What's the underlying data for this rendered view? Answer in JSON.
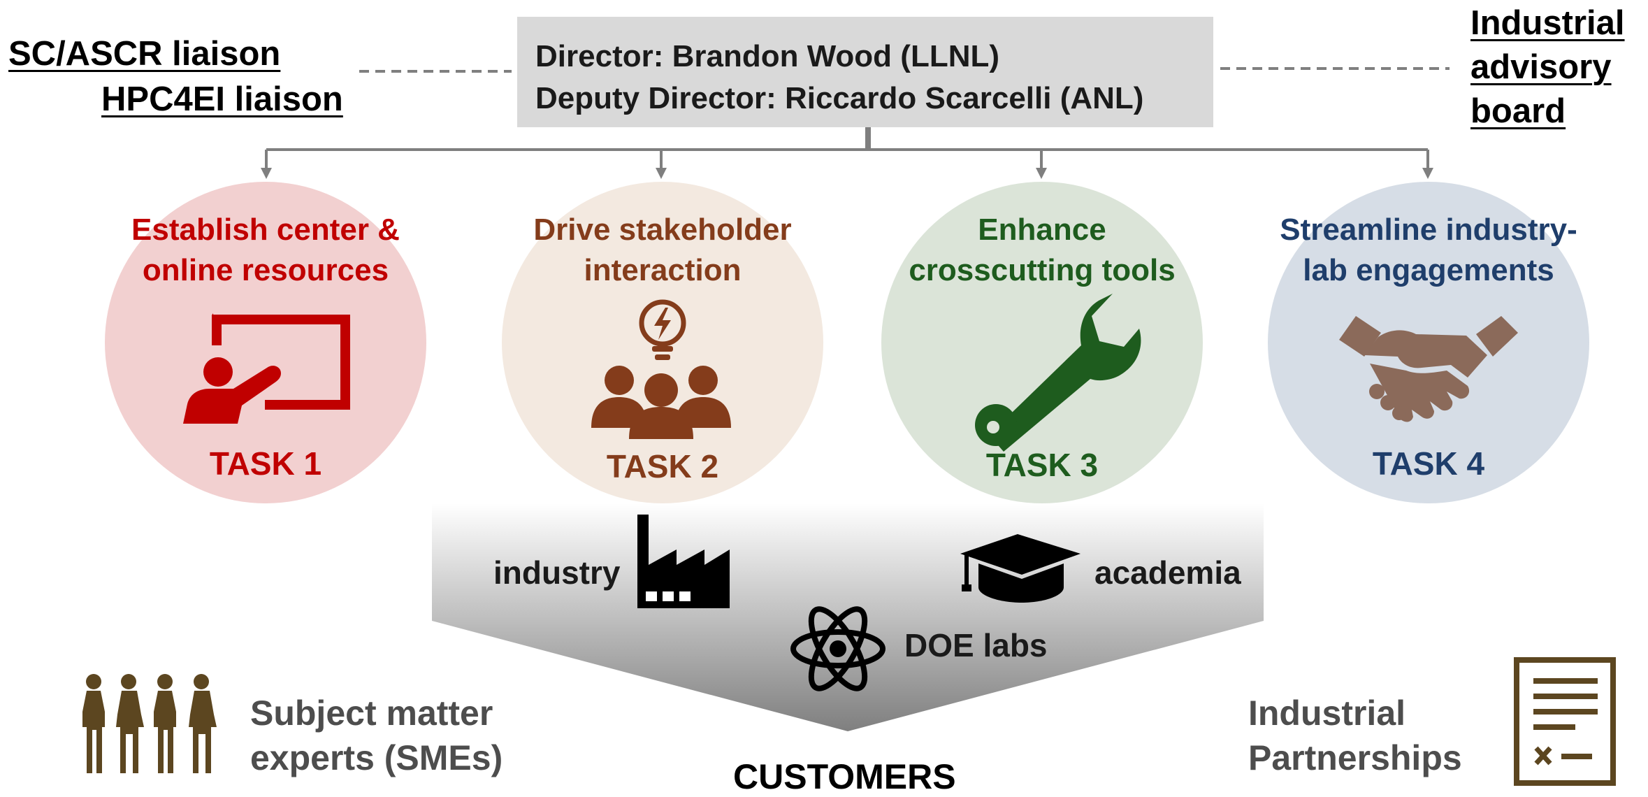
{
  "director": {
    "director_line": "Director: Brandon Wood (LLNL)",
    "deputy_line": "Deputy Director: Riccardo Scarcelli (ANL)"
  },
  "liaisons": {
    "sc_ascr": "SC/ASCR liaison",
    "hpc4ei": "HPC4EI liaison"
  },
  "advisory": {
    "line1": "Industrial",
    "line2": "advisory",
    "line3": "board"
  },
  "tasks": [
    {
      "title_line1": "Establish center &",
      "title_line2": "online resources",
      "label": "TASK 1",
      "icon": "presenter-board-icon",
      "color": "#c00000",
      "bg": "#f2d0d0"
    },
    {
      "title_line1": "Drive stakeholder",
      "title_line2": "interaction",
      "label": "TASK 2",
      "icon": "group-idea-icon",
      "color": "#843c1b",
      "bg": "#f3e9e0"
    },
    {
      "title_line1": "Enhance",
      "title_line2": "crosscutting tools",
      "label": "TASK 3",
      "icon": "wrench-icon",
      "color": "#1e5c1e",
      "bg": "#dbe4d8"
    },
    {
      "title_line1": "Streamline industry-",
      "title_line2": "lab engagements",
      "label": "TASK 4",
      "icon": "handshake-icon",
      "color": "#1f3e6b",
      "bg": "#d6dde6"
    }
  ],
  "customers": {
    "industry": "industry",
    "academia": "academia",
    "doe_labs": "DOE labs",
    "title": "CUSTOMERS"
  },
  "smes": {
    "line1": "Subject matter",
    "line2": "experts (SMEs)"
  },
  "partnerships": {
    "line1": "Industrial",
    "line2": "Partnerships"
  }
}
